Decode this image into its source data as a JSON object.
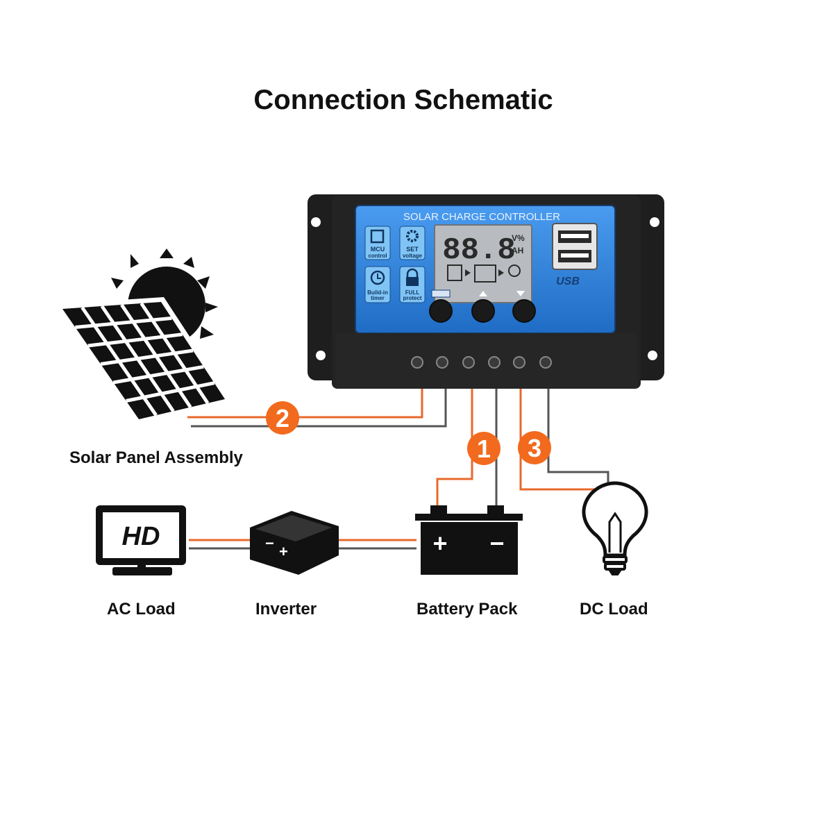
{
  "title": "Connection Schematic",
  "controller": {
    "header": "SOLAR CHARGE CONTROLLER",
    "lcd_digits": "88.8",
    "lcd_unit_top": "V%",
    "lcd_unit_bottom": "AH",
    "badges": [
      {
        "line1": "MCU",
        "line2": "control",
        "icon": "chip-icon"
      },
      {
        "line1": "SET",
        "line2": "voltage",
        "icon": "gear-icon"
      },
      {
        "line1": "Build-in",
        "line2": "timer",
        "icon": "clock-icon"
      },
      {
        "line1": "FULL",
        "line2": "protect",
        "icon": "lock-icon"
      }
    ],
    "usb_label": "USB",
    "colors": {
      "body": "#1b1b1b",
      "panel": "#2e7fd6",
      "lcd": "#b8bcc0",
      "wire_positive": "#e8692b",
      "wire_negative": "#444444",
      "step_badge": "#f26a1e"
    }
  },
  "steps": {
    "solar": "2",
    "battery": "1",
    "load": "3"
  },
  "labels": {
    "solar": "Solar Panel Assembly",
    "ac_load": "AC Load",
    "inverter": "Inverter",
    "battery": "Battery Pack",
    "dc_load": "DC Load"
  },
  "icons": {
    "ac_load": "hd-monitor-icon",
    "inverter": "inverter-box-icon",
    "battery": "battery-icon",
    "dc_load": "light-bulb-icon",
    "solar": "solar-panel-icon"
  },
  "ac_load_text": "HD",
  "battery_symbols": {
    "positive": "+",
    "negative": "−"
  },
  "inverter_symbols": {
    "negative": "−",
    "positive": "+"
  }
}
